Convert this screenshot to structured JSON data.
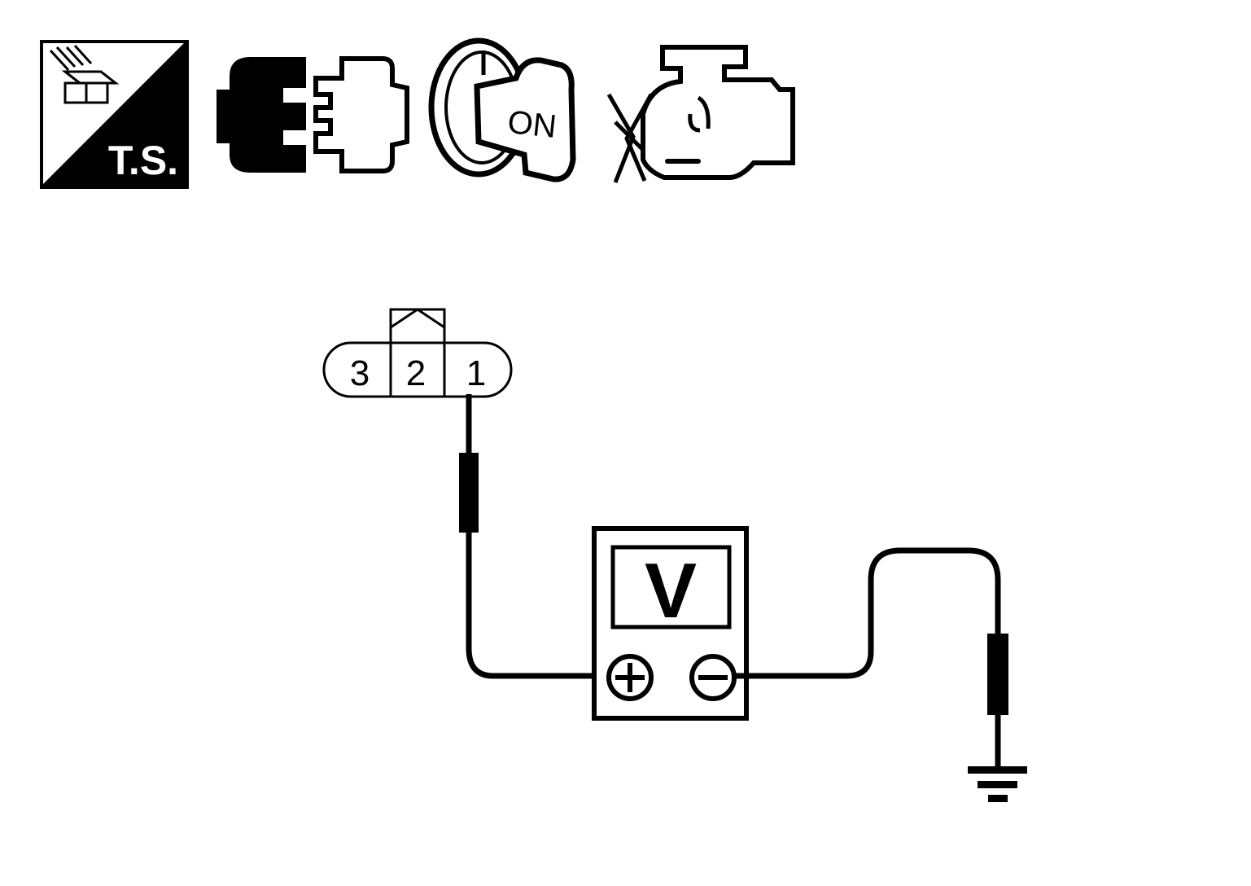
{
  "header_icons": {
    "ts_icon": {
      "name": "terminal-set-icon",
      "label": "T.S."
    },
    "connector_icon": {
      "name": "connector-disconnect-icon"
    },
    "ignition_icon": {
      "name": "ignition-key-icon",
      "label": "ON"
    },
    "engine_icon": {
      "name": "engine-stopped-icon"
    }
  },
  "connector": {
    "terminals": [
      "3",
      "2",
      "1"
    ],
    "probed_terminal": "1"
  },
  "meter": {
    "display": "V",
    "positive_symbol": "+",
    "negative_symbol": "−"
  },
  "ground": {
    "name": "ground-symbol-icon"
  },
  "colors": {
    "ink": "#000000",
    "paper": "#ffffff"
  }
}
